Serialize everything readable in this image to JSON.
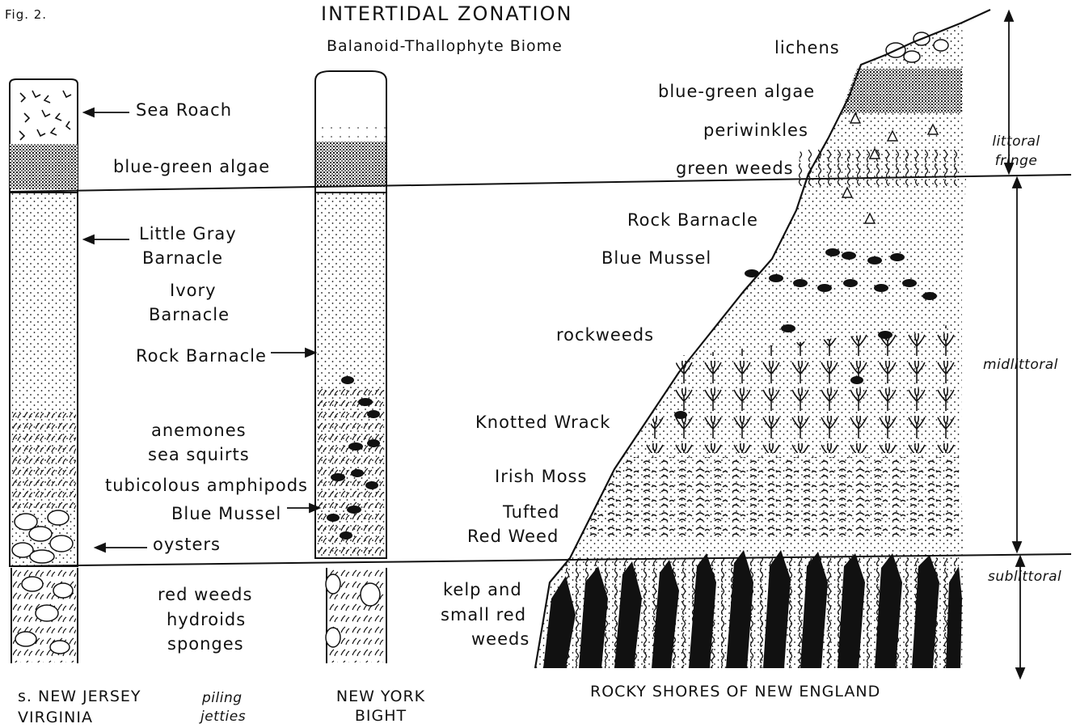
{
  "figure": {
    "label": "Fig. 2.",
    "title": "INTERTIDAL ZONATION",
    "subtitle": "Balanoid-Thallophyte Biome"
  },
  "columns": {
    "new_jersey": {
      "caption_line1": "s. NEW JERSEY",
      "caption_line2": "VIRGINIA"
    },
    "substrate": {
      "line1": "piling",
      "line2": "jetties"
    },
    "new_york": {
      "caption_line1": "NEW YORK",
      "caption_line2": "BIGHT"
    },
    "new_england": {
      "caption": "ROCKY SHORES OF NEW ENGLAND"
    }
  },
  "piling_labels": {
    "sea_roach": "Sea Roach",
    "blue_green_algae": "blue-green algae",
    "little_gray_1": "Little Gray",
    "little_gray_2": "Barnacle",
    "ivory_1": "Ivory",
    "ivory_2": "Barnacle",
    "rock_barnacle": "Rock Barnacle",
    "anemones": "anemones",
    "sea_squirts": "sea squirts",
    "amphipods": "tubicolous amphipods",
    "blue_mussel": "Blue Mussel",
    "oysters": "oysters",
    "red_weeds": "red weeds",
    "hydroids": "hydroids",
    "sponges": "sponges"
  },
  "shore_labels": {
    "lichens": "lichens",
    "blue_green_algae": "blue-green algae",
    "periwinkles": "periwinkles",
    "green_weeds": "green weeds",
    "rock_barnacle": "Rock Barnacle",
    "blue_mussel": "Blue Mussel",
    "rockweeds": "rockweeds",
    "knotted_wrack": "Knotted Wrack",
    "irish_moss": "Irish Moss",
    "tufted_1": "Tufted",
    "tufted_2": "Red Weed",
    "kelp_1": "kelp and",
    "kelp_2": "small red",
    "kelp_3": "weeds"
  },
  "zones": {
    "fringe_1": "littoral",
    "fringe_2": "fringe",
    "midlittoral": "midlittoral",
    "sublittoral": "sublittoral"
  },
  "colors": {
    "ink": "#111111",
    "paper": "#ffffff"
  }
}
